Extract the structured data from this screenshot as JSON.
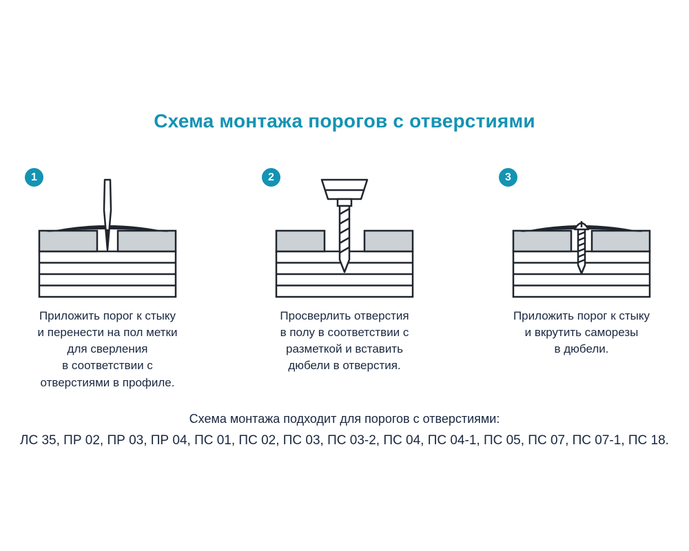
{
  "page": {
    "title": "Схема монтажа порогов с отверстиями"
  },
  "colors": {
    "accent": "#1493b3",
    "ink": "#1a2740"
  },
  "steps": [
    {
      "number": "1",
      "icon": "awl-marking-floor-icon",
      "caption": "Приложить порог к стыку\nи перенести на пол метки\nдля сверления\nв соответствии с\nотверстиями в профиле."
    },
    {
      "number": "2",
      "icon": "drill-bit-icon",
      "caption": "Просверлить отверстия\nв полу в соответствии с\nразметкой и вставить\nдюбели в отверстия."
    },
    {
      "number": "3",
      "icon": "screw-into-dowel-icon",
      "caption": "Приложить порог к стыку\nи вкрутить саморезы\nв дюбели."
    }
  ],
  "footer": {
    "line1": "Схема монтажа подходит для порогов с отверстиями:",
    "line2": "ЛС 35, ПР 02, ПР 03, ПР 04, ПС 01, ПС 02, ПС 03, ПС 03-2, ПС 04, ПС 04-1, ПС 05, ПС 07, ПС 07-1, ПС 18."
  }
}
